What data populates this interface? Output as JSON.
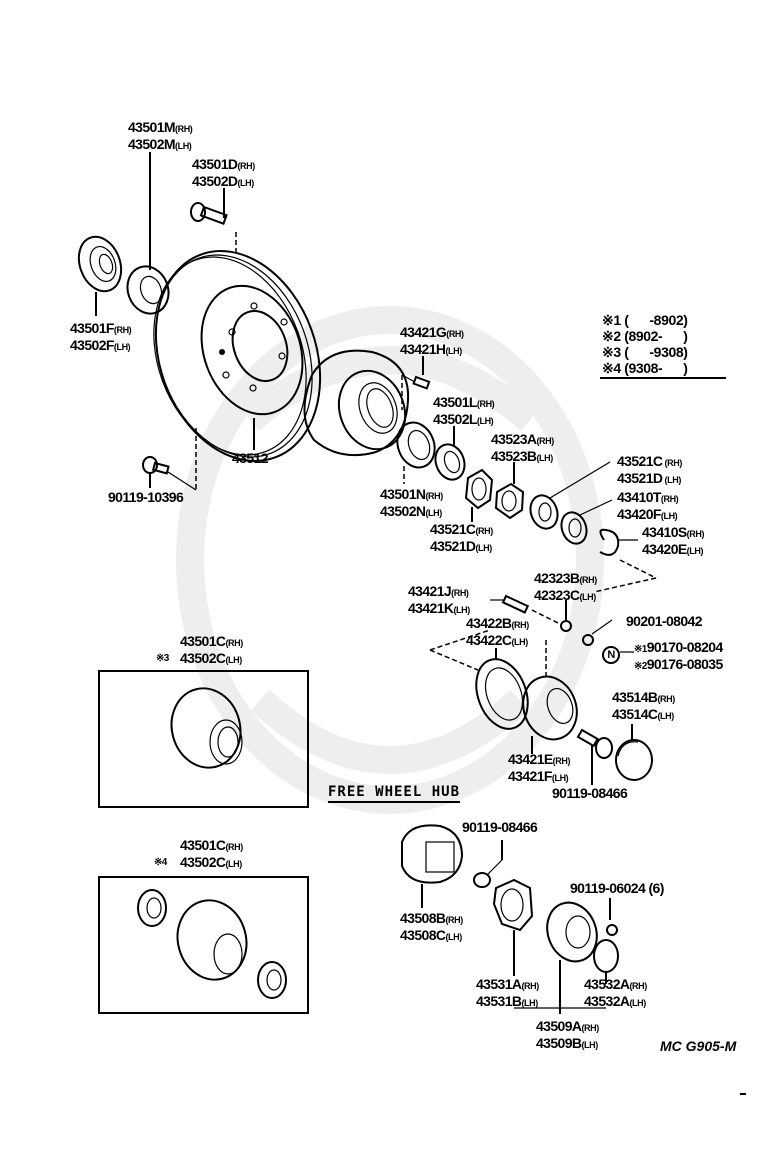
{
  "diagram": {
    "section_title": "FREE WHEEL HUB",
    "drawing_code": "MC G905-M",
    "footnotes": [
      {
        "mark": "※1",
        "range": "(      -8902)"
      },
      {
        "mark": "※2",
        "range": "(8902-      )"
      },
      {
        "mark": "※3",
        "range": "(      -9308)"
      },
      {
        "mark": "※4",
        "range": "(9308-      )"
      }
    ],
    "parts": {
      "p43501M": {
        "l1": "43501M",
        "s1": "(RH)",
        "l2": "43502M",
        "s2": "(LH)"
      },
      "p43501D": {
        "l1": "43501D",
        "s1": "(RH)",
        "l2": "43502D",
        "s2": "(LH)"
      },
      "p43501F": {
        "l1": "43501F",
        "s1": "(RH)",
        "l2": "43502F",
        "s2": "(LH)"
      },
      "p43512": {
        "l1": "43512"
      },
      "p90119_10396": {
        "l1": "90119-10396"
      },
      "p43421G": {
        "l1": "43421G",
        "s1": "(RH)",
        "l2": "43421H",
        "s2": "(LH)"
      },
      "p43501L": {
        "l1": "43501L",
        "s1": "(RH)",
        "l2": "43502L",
        "s2": "(LH)"
      },
      "p43523A": {
        "l1": "43523A",
        "s1": "(RH)",
        "l2": "43523B",
        "s2": "(LH)"
      },
      "p43501N": {
        "l1": "43501N",
        "s1": "(RH)",
        "l2": "43502N",
        "s2": "(LH)"
      },
      "p43521C_a": {
        "l1": "43521C",
        "s1": "(RH)",
        "l2": "43521D",
        "s2": "(LH)"
      },
      "p43521C_b": {
        "l1": "43521C",
        "s1": " (RH)",
        "l2": "43521D",
        "s2": " (LH)"
      },
      "p43410T": {
        "l1": "43410T",
        "s1": "(RH)",
        "l2": "43420F",
        "s2": "(LH)"
      },
      "p43410S": {
        "l1": "43410S",
        "s1": "(RH)",
        "l2": "43420E",
        "s2": "(LH)"
      },
      "p42323B": {
        "l1": "42323B",
        "s1": "(RH)",
        "l2": "42323C",
        "s2": "(LH)"
      },
      "p43421J": {
        "l1": "43421J",
        "s1": "(RH)",
        "l2": "43421K",
        "s2": "(LH)"
      },
      "p90201_08042": {
        "l1": "90201-08042"
      },
      "pN": {
        "symbol": "N",
        "l1": "90170-08204",
        "m1": "※1",
        "l2": "90176-08035",
        "m2": "※2"
      },
      "p43422B": {
        "l1": "43422B",
        "s1": "(RH)",
        "l2": "43422C",
        "s2": "(LH)"
      },
      "p43514B": {
        "l1": "43514B",
        "s1": "(RH)",
        "l2": "43514C",
        "s2": "(LH)"
      },
      "p43421E": {
        "l1": "43421E",
        "s1": "(RH)",
        "l2": "43421F",
        "s2": "(LH)"
      },
      "p90119_08466_a": {
        "l1": "90119-08466"
      },
      "p43501C_3": {
        "mark": "※3",
        "l1": "43501C",
        "s1": "(RH)",
        "l2": "43502C",
        "s2": "(LH)"
      },
      "p43501C_4": {
        "mark": "※4",
        "l1": "43501C",
        "s1": "(RH)",
        "l2": "43502C",
        "s2": "(LH)"
      },
      "p90119_08466_b": {
        "l1": "90119-08466"
      },
      "p43508B": {
        "l1": "43508B",
        "s1": "(RH)",
        "l2": "43508C",
        "s2": "(LH)"
      },
      "p90119_06024": {
        "l1": "90119-06024 (6)"
      },
      "p43531A": {
        "l1": "43531A",
        "s1": "(RH)",
        "l2": "43531B",
        "s2": "(LH)"
      },
      "p43532A": {
        "l1": "43532A",
        "s1": "(RH)",
        "l2": "43532A",
        "s2": "(LH)"
      },
      "p43509A": {
        "l1": "43509A",
        "s1": "(RH)",
        "l2": "43509B",
        "s2": "(LH)"
      }
    }
  }
}
